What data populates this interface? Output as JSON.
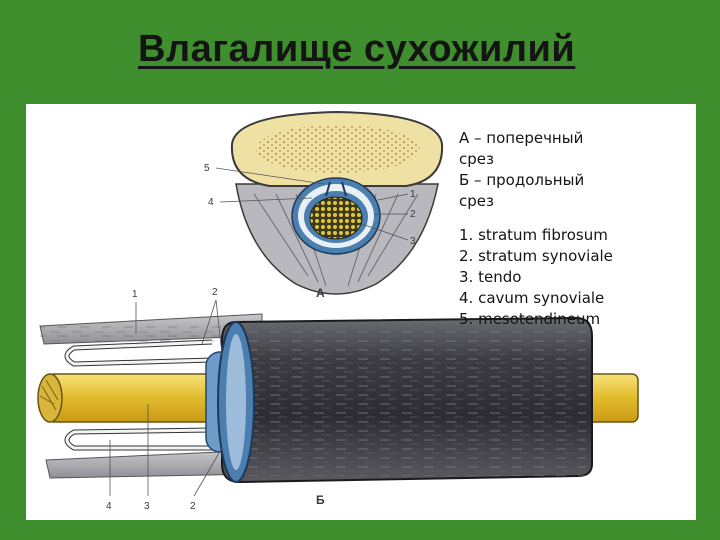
{
  "slide": {
    "title": "Влагалище сухожилий"
  },
  "legend": {
    "line_a": "А – поперечный",
    "line_a2": "срез",
    "line_b": "Б – продольный",
    "line_b2": "срез",
    "items": [
      "1. stratum fibrosum",
      "2. stratum synoviale",
      "3. tendo",
      "4. cavum synoviale",
      "5. mesotendineum"
    ]
  },
  "figure_labels": {
    "cross": {
      "n5": "5",
      "n4": "4",
      "n1": "1",
      "n2": "2",
      "n3": "3",
      "name": "А"
    },
    "long": {
      "n1": "1",
      "n2_top": "2",
      "n4": "4",
      "n3": "3",
      "n2_bottom": "2",
      "name": "Б"
    }
  },
  "colors": {
    "background_green": "#3f8f2e",
    "panel": "#ffffff",
    "tendon": "#e8c53a",
    "synovial_blue": "#4a7fb0",
    "sheath_dark": "#3a3a40",
    "bone": "#efe1a3"
  }
}
